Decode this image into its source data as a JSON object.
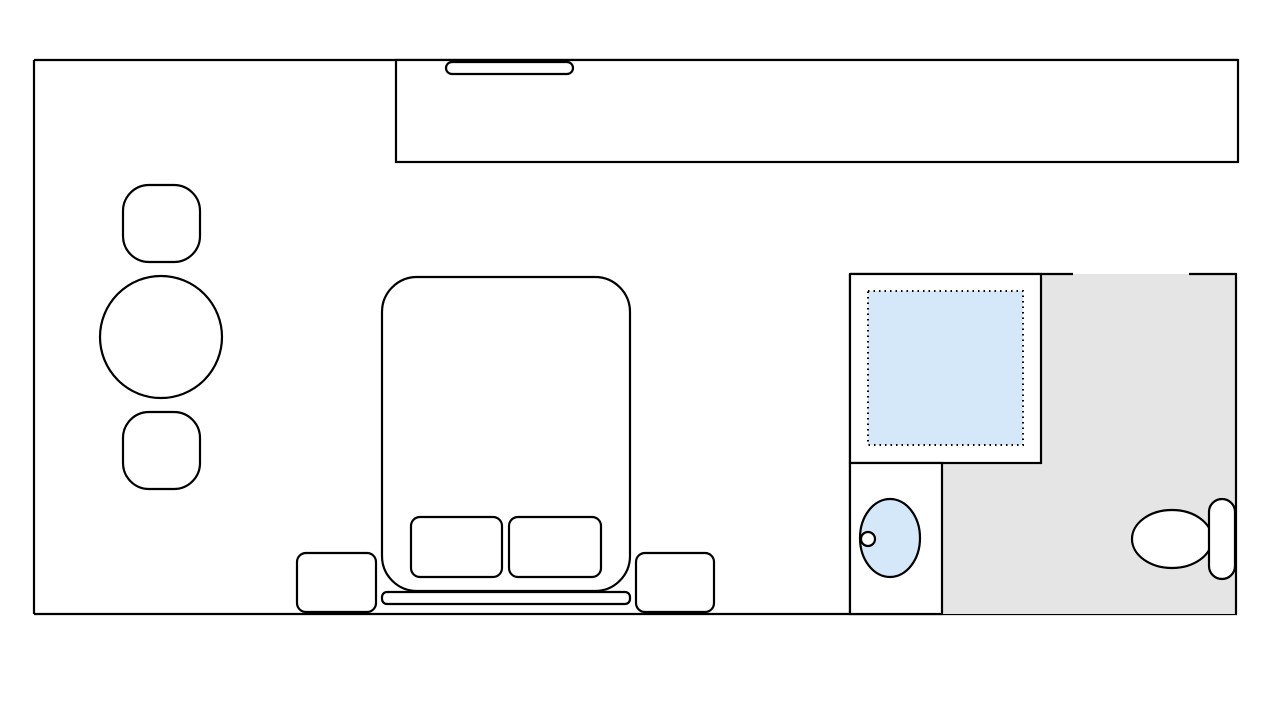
{
  "title": "",
  "colors": {
    "wall": "#000000",
    "floor": "#ffffff",
    "bathroom_floor": "#e5e5e5",
    "water_fixture": "#d4e8fa"
  },
  "fixtures": [
    "counter",
    "counter-handle",
    "dining-table",
    "chair",
    "chair",
    "bed",
    "pillow",
    "pillow",
    "nightstand",
    "nightstand",
    "shower",
    "sink",
    "toilet"
  ]
}
